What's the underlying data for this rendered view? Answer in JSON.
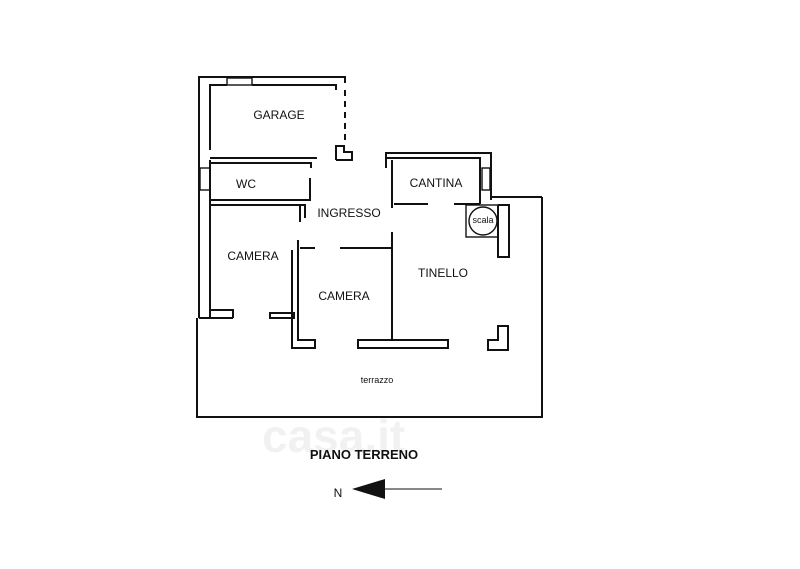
{
  "plan": {
    "title": "PIANO TERRENO",
    "north_label": "N",
    "rooms": {
      "garage": "GARAGE",
      "wc": "WC",
      "ingresso": "INGRESSO",
      "cantina": "CANTINA",
      "scala": "scala",
      "camera_1": "CAMERA",
      "camera_2": "CAMERA",
      "tinello": "TINELLO",
      "terrazzo": "terrazzo"
    }
  },
  "watermark": "casa.it",
  "colors": {
    "ink": "#111111",
    "background": "#ffffff"
  }
}
